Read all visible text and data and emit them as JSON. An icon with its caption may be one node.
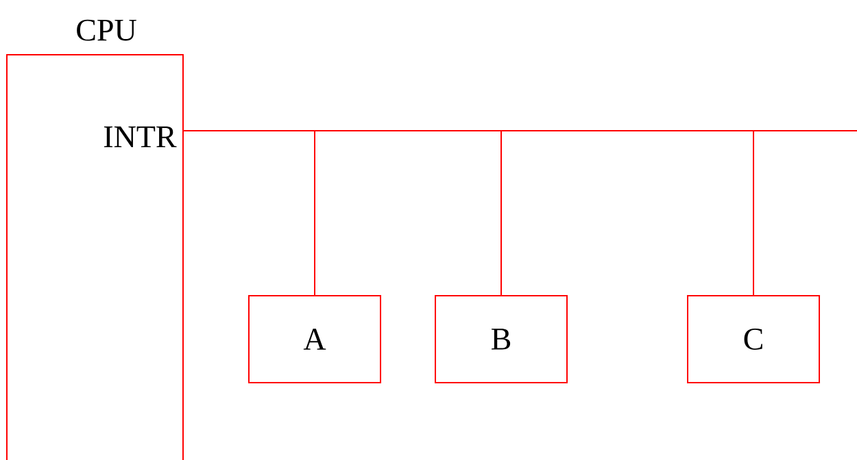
{
  "diagram": {
    "nodes": [
      {
        "text": [
          "CPU",
          "INTR"
        ]
      },
      {
        "text": [
          "A"
        ]
      },
      {
        "text": [
          "B"
        ]
      },
      {
        "text": [
          "C"
        ]
      }
    ],
    "edges": [
      {
        "from": 0,
        "to": 1,
        "arrow": "none"
      },
      {
        "from": 0,
        "to": 2,
        "arrow": "none"
      },
      {
        "from": 0,
        "to": 3,
        "arrow": "none"
      },
      {
        "from": 0,
        "to": null,
        "arrow": "none"
      }
    ]
  }
}
